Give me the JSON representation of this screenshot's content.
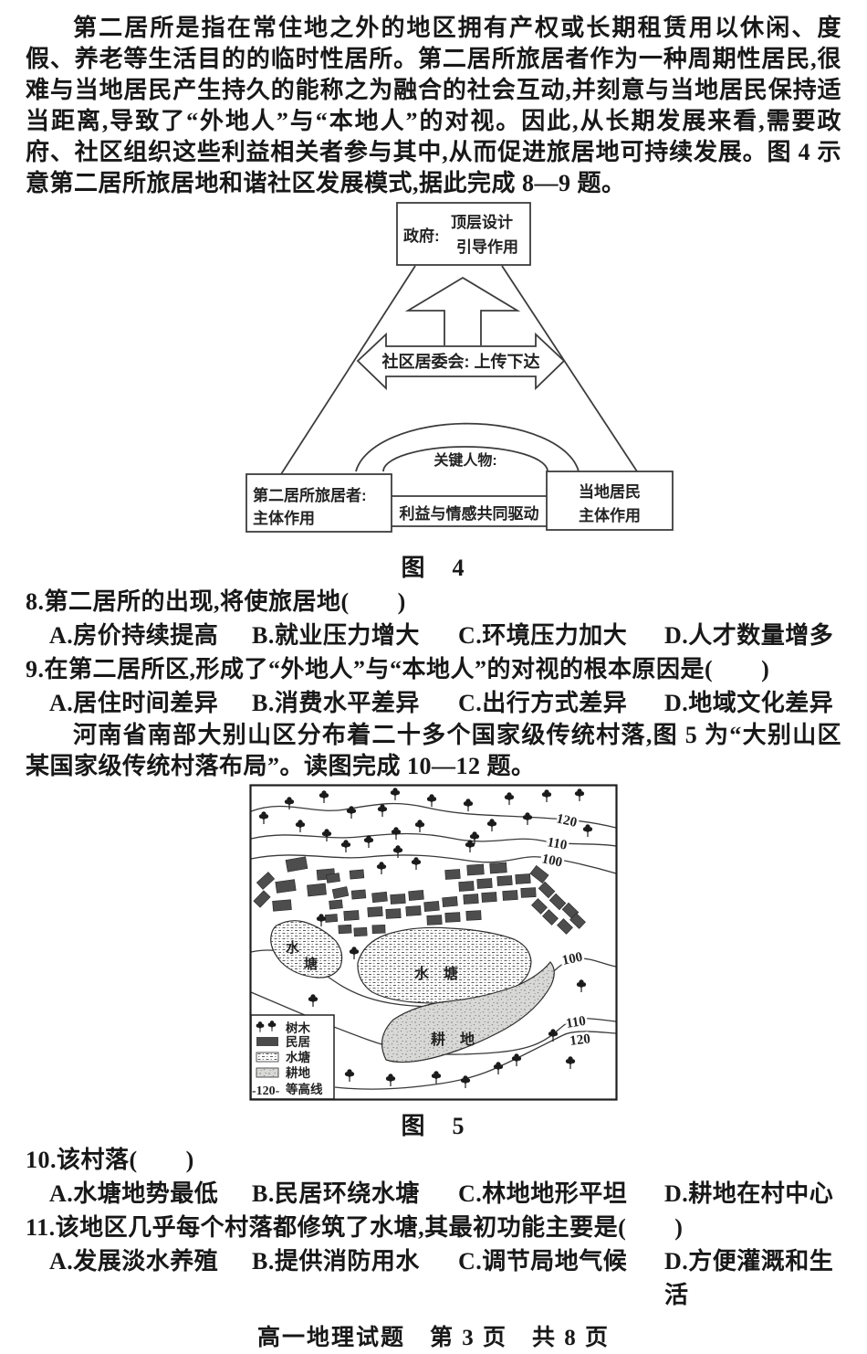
{
  "doc": {
    "intro": "第二居所是指在常住地之外的地区拥有产权或长期租赁用以休闲、度假、养老等生活目的的临时性居所。第二居所旅居者作为一种周期性居民,很难与当地居民产生持久的能称之为融合的社会互动,并刻意与当地居民保持适当距离,导致了“外地人”与“本地人”的对视。因此,从长期发展来看,需要政府、社区组织这些利益相关者参与其中,从而促进旅居地可持续发展。图 4 示意第二居所旅居地和谐社区发展模式,据此完成 8—9 题。",
    "para2": "河南省南部大别山区分布着二十多个国家级传统村落,图 5 为“大别山区某国家级传统村落布局”。读图完成 10—12 题。",
    "footer": "高一地理试题　第 3 页　共 8 页"
  },
  "fig4": {
    "caption": "图　4",
    "gov_prefix": "政府:",
    "gov_line1": "顶层设计",
    "gov_line2": "引导作用",
    "committee": "社区居委会: 上传下达",
    "key_people": "关键人物:",
    "left_line1": "第二居所旅居者:",
    "left_line2": "主体作用",
    "right_line1": "当地居民",
    "right_line2": "主体作用",
    "drive": "利益与情感共同驱动"
  },
  "fig5": {
    "caption": "图　5",
    "contours": {
      "top_120": "120",
      "top_110": "110",
      "top_100": "100",
      "right_100": "100",
      "right_110": "110",
      "right_120": "120"
    },
    "pond_left_char1": "水",
    "pond_left_char2": "塘",
    "pond_main": "水 塘",
    "farmland": "耕 地",
    "legend": {
      "tree": "树木",
      "house": "民居",
      "pond": "水塘",
      "farm": "耕地",
      "contour_mark": "-120-",
      "contour": "等高线"
    }
  },
  "questions": [
    {
      "stem": "8.第二居所的出现,将使旅居地(　　)",
      "options": [
        "A.房价持续提高",
        "B.就业压力增大",
        "C.环境压力加大",
        "D.人才数量增多"
      ]
    },
    {
      "stem": "9.在第二居所区,形成了“外地人”与“本地人”的对视的根本原因是(　　)",
      "options": [
        "A.居住时间差异",
        "B.消费水平差异",
        "C.出行方式差异",
        "D.地域文化差异"
      ]
    },
    {
      "stem": "10.该村落(　　)",
      "options": [
        "A.水塘地势最低",
        "B.民居环绕水塘",
        "C.林地地形平坦",
        "D.耕地在村中心"
      ]
    },
    {
      "stem": "11.该地区几乎每个村落都修筑了水塘,其最初功能主要是(　　)",
      "options": [
        "A.发展淡水养殖",
        "B.提供消防用水",
        "C.调节局地气候",
        "D.方便灌溉和生活"
      ]
    }
  ]
}
